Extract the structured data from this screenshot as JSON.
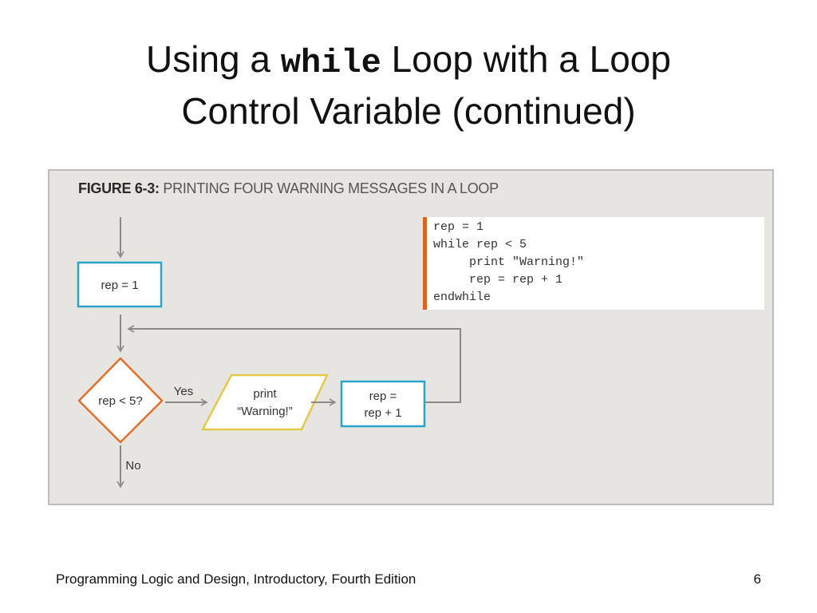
{
  "title": {
    "prefix": "Using a ",
    "keyword": "while",
    "suffix": " Loop with a Loop",
    "line2": "Control Variable (continued)"
  },
  "figure": {
    "label": "FIGURE 6-3:",
    "caption": "PRINTING FOUR WARNING MESSAGES IN A LOOP",
    "pseudocode": [
      "rep = 1",
      "while rep < 5",
      "     print \"Warning!\"",
      "     rep = rep + 1",
      "endwhile"
    ],
    "flowchart": {
      "init_box": "rep = 1",
      "decision": "rep < 5?",
      "yes_label": "Yes",
      "no_label": "No",
      "output_line1": "print",
      "output_line2": "“Warning!”",
      "increment_line1": "rep =",
      "increment_line2": "rep + 1"
    },
    "colors": {
      "process_border": "#2aa5c9",
      "decision_border": "#e0702a",
      "output_border": "#e3c84a",
      "arrow": "#8a8a8a",
      "code_accent": "#d9661f"
    }
  },
  "footer": {
    "text": "Programming Logic and Design, Introductory, Fourth Edition",
    "page": "6"
  }
}
